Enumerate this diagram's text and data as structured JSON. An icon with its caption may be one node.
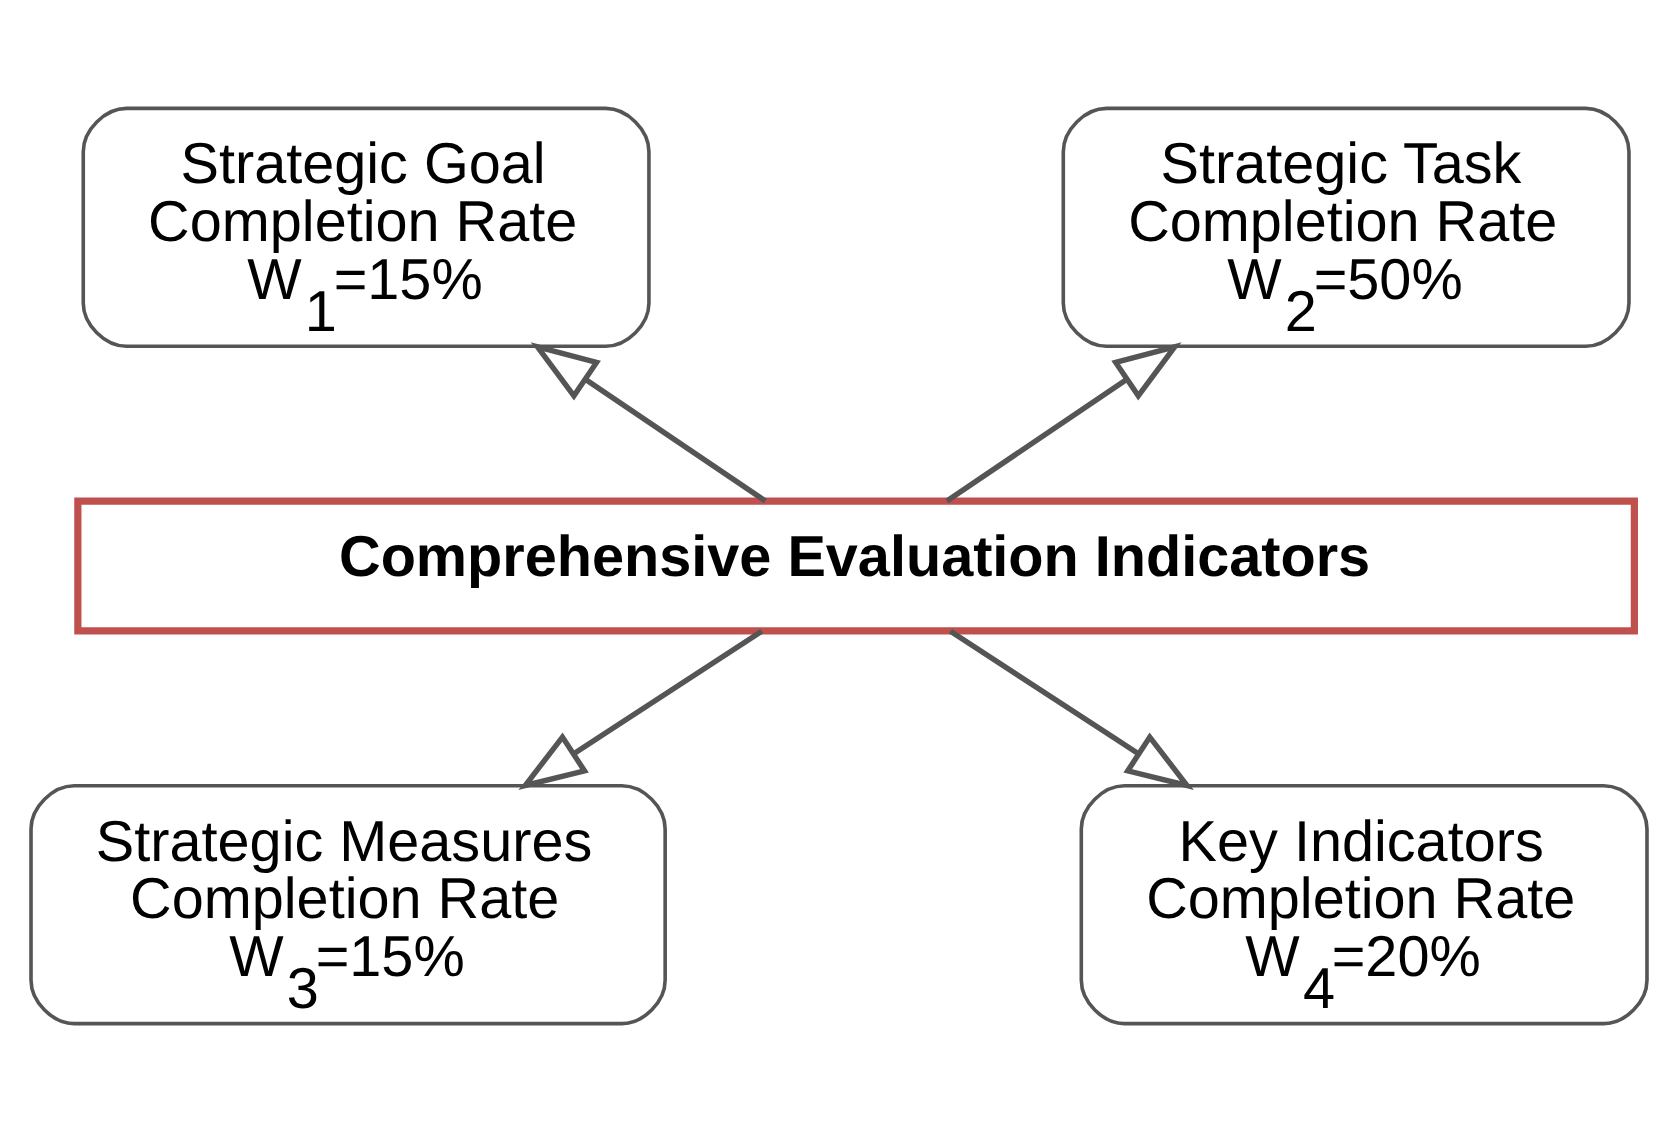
{
  "diagram": {
    "nodes": [
      {
        "text": [
          "Strategic Goal Completion Rate",
          "W$_{1}$=15%"
        ]
      },
      {
        "text": [
          "Strategic Task Completion Rate",
          "W$_{2}$=50%"
        ]
      },
      {
        "text": [
          "Comprehensive Evaluation Indicators"
        ]
      },
      {
        "text": [
          "Strategic Measures Completion Rate",
          "W$_{3}$=15%"
        ]
      },
      {
        "text": [
          "Key Indicators Completion Rate",
          "W$_{4}$=20%"
        ]
      }
    ],
    "edges": [
      {
        "from": 2,
        "to": 0,
        "arrow": "to"
      },
      {
        "from": 2,
        "to": 1,
        "arrow": "to"
      },
      {
        "from": 2,
        "to": 3,
        "arrow": "to"
      },
      {
        "from": 2,
        "to": 4,
        "arrow": "to"
      }
    ]
  }
}
